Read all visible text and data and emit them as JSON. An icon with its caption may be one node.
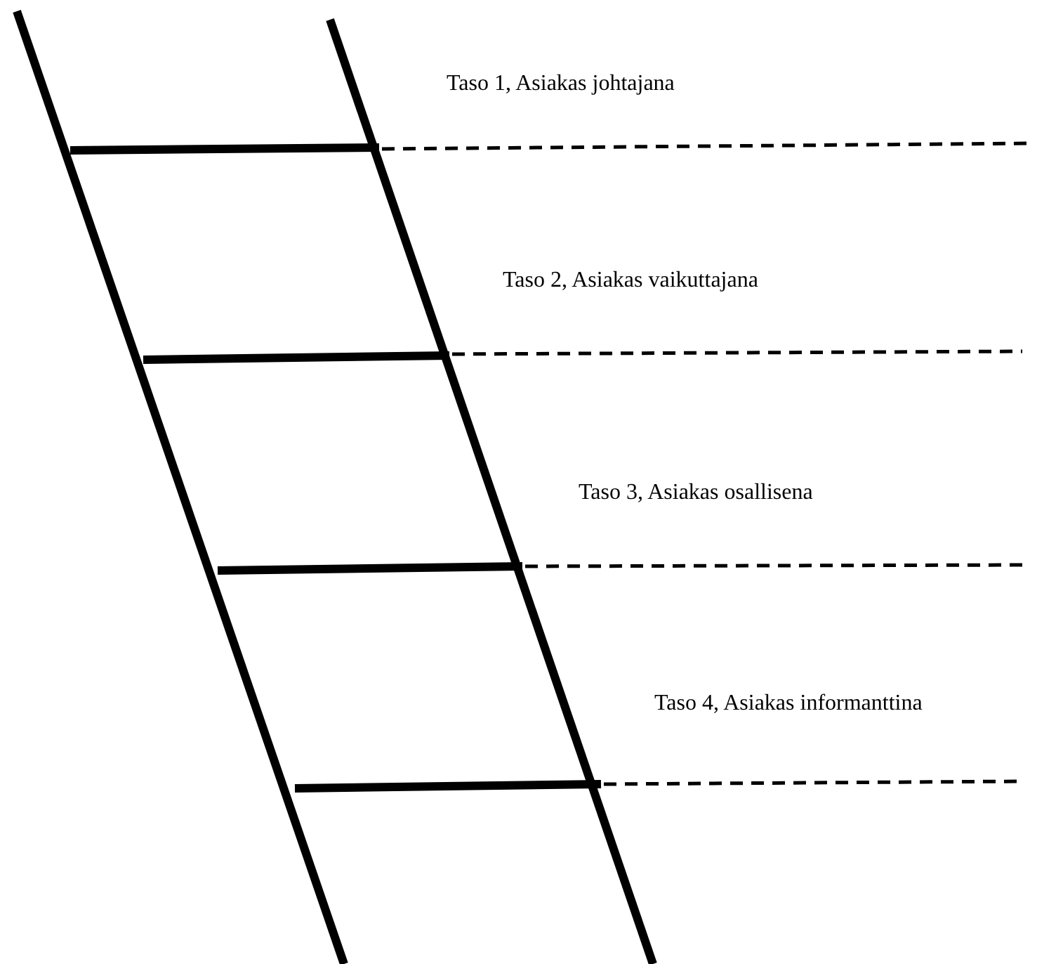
{
  "diagram": {
    "labels": [
      "Taso 1, Asiakas johtajana",
      "Taso 2, Asiakas vaikuttajana",
      "Taso 3, Asiakas osallisena",
      "Taso 4, Asiakas informanttina"
    ]
  }
}
